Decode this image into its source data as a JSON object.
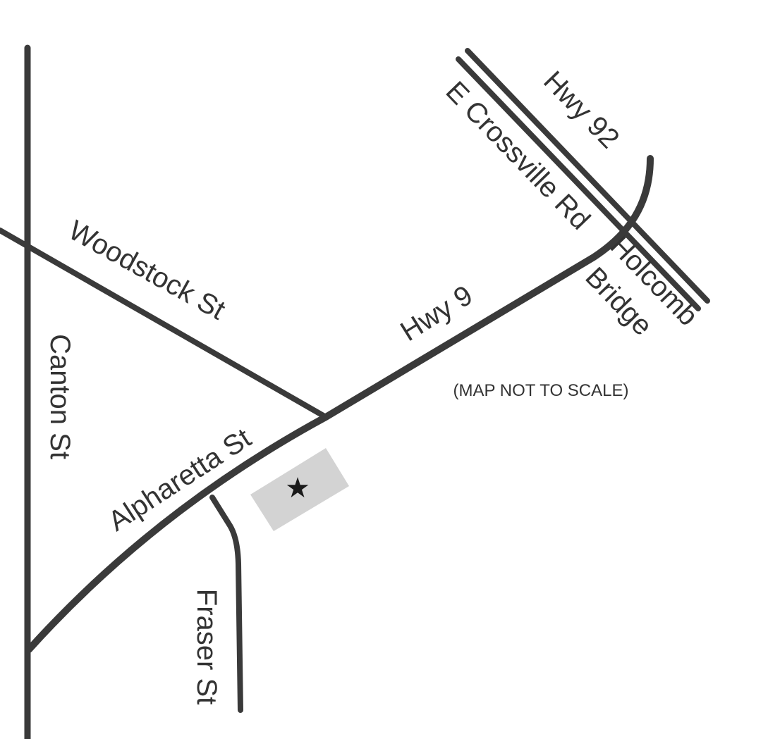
{
  "colors": {
    "road": "#3a3a3a",
    "label": "#333333",
    "destination_block": "#d3d3d3",
    "star": "#1a1a1a",
    "background": "#ffffff"
  },
  "roads": {
    "hwy_92": "Hwy 92",
    "e_crossville_rd": "E Crossville Rd",
    "woodstock_st": "Woodstock St",
    "hwy_9": "Hwy 9",
    "holcomb_bridge_line1": "Holcomb",
    "holcomb_bridge_line2": "Bridge",
    "canton_st": "Canton St",
    "alpharetta_st": "Alpharetta St",
    "fraser_st": "Fraser St"
  },
  "note": "(MAP NOT TO SCALE)",
  "marker": {
    "icon": "star-icon",
    "glyph": "★"
  }
}
